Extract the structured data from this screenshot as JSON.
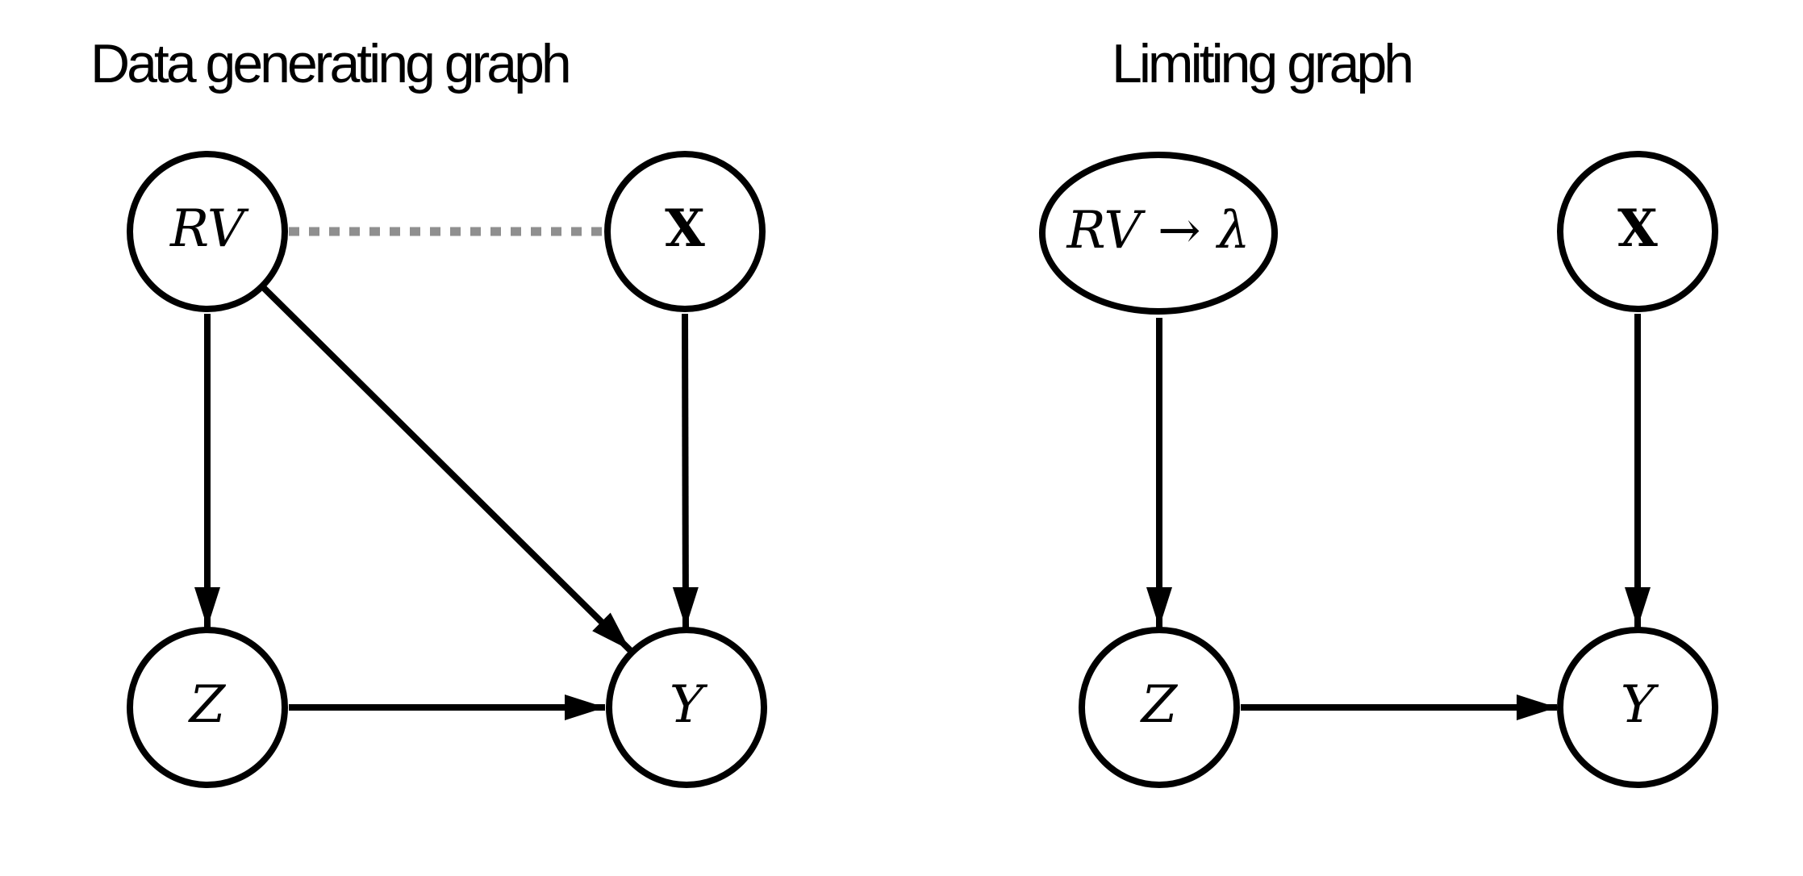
{
  "figure": {
    "background_color": "#ffffff",
    "ink_color": "#000000",
    "dashed_edge_color": "#8f8f8f"
  },
  "left_graph": {
    "title": "Data generating graph",
    "nodes": {
      "rv": {
        "label": "RV",
        "shape": "circle"
      },
      "x": {
        "label": "X",
        "shape": "circle"
      },
      "z": {
        "label": "Z",
        "shape": "circle"
      },
      "y": {
        "label": "Y",
        "shape": "circle"
      }
    },
    "edges": [
      {
        "from": "RV",
        "to": "X",
        "style": "dashed",
        "directed": false
      },
      {
        "from": "RV",
        "to": "Z",
        "style": "solid",
        "directed": true
      },
      {
        "from": "RV",
        "to": "Y",
        "style": "solid",
        "directed": true
      },
      {
        "from": "X",
        "to": "Y",
        "style": "solid",
        "directed": true
      },
      {
        "from": "Z",
        "to": "Y",
        "style": "solid",
        "directed": true
      }
    ]
  },
  "right_graph": {
    "title": "Limiting graph",
    "nodes": {
      "rv_lambda": {
        "label": "RV → λ",
        "shape": "ellipse"
      },
      "x": {
        "label": "X",
        "shape": "circle"
      },
      "z": {
        "label": "Z",
        "shape": "circle"
      },
      "y": {
        "label": "Y",
        "shape": "circle"
      }
    },
    "edges": [
      {
        "from": "RV → λ",
        "to": "Z",
        "style": "solid",
        "directed": true
      },
      {
        "from": "X",
        "to": "Y",
        "style": "solid",
        "directed": true
      },
      {
        "from": "Z",
        "to": "Y",
        "style": "solid",
        "directed": true
      }
    ]
  }
}
